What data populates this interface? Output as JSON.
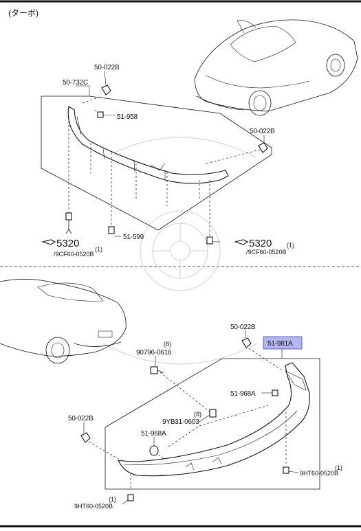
{
  "header": {
    "title": "(ターボ)"
  },
  "top_section": {
    "labels": {
      "p50_022b_top": "50-022B",
      "p50_732c": "50-732C",
      "p51_958": "51-958",
      "p50_022b_right": "50-022B",
      "p51_599": "51-599",
      "ref_left_num": "5320",
      "ref_left_qty": "(1)",
      "ref_left_code": "/9CF60-0520B",
      "ref_right_num": "5320",
      "ref_right_qty": "(1)",
      "ref_right_code": "/9CF60-0520B"
    }
  },
  "bottom_section": {
    "labels": {
      "p50_022b_top": "50-022B",
      "p51_981a": "51-981A",
      "p90796_qty": "(8)",
      "p90796": "90796-0616",
      "p51_968a_right": "51-968A",
      "p9yb31_qty": "(8)",
      "p9yb31": "9YB31-0603",
      "p50_022b_left": "50-022B",
      "p51_968a_mid": "51-968A",
      "p9ht60_right_qty": "(1)",
      "p9ht60_right": "9HT60-0520B",
      "p9ht60_left_qty": "(1)",
      "p9ht60_left": "9HT60-0520B"
    },
    "highlight_color": "#b4b4ee"
  }
}
